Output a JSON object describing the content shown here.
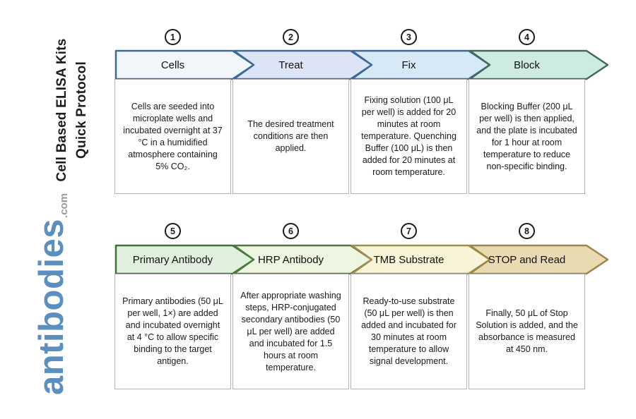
{
  "sidebar": {
    "title_line1": "Cell Based ELISA Kits",
    "title_line2": "Quick Protocol",
    "logo_text": "antibodies",
    "logo_suffix": ".com",
    "logo_color": "#5a8fc0",
    "logo_suffix_color": "#9a9a9a"
  },
  "steps": [
    {
      "number": "1",
      "label": "Cells",
      "description": "Cells are seeded into microplate wells and incubated overnight at 37 °C in a humidified atmosphere containing 5% CO₂.",
      "arrow_fill": "#f1f6fb",
      "arrow_border": "#3d6899"
    },
    {
      "number": "2",
      "label": "Treat",
      "description": "The desired treatment conditions are then applied.",
      "arrow_fill": "#dee4f7",
      "arrow_border": "#3d6899"
    },
    {
      "number": "3",
      "label": "Fix",
      "description": "Fixing solution (100 μL per well) is added for 20 minutes at room temperature. Quenching Buffer (100 μL) is then added for 20 minutes at room temperature.",
      "arrow_fill": "#d7e8f6",
      "arrow_border": "#3d6899"
    },
    {
      "number": "4",
      "label": "Block",
      "description": "Blocking Buffer (200 μL per well) is then applied, and the plate is incubated for 1 hour at room temperature to reduce non-specific binding.",
      "arrow_fill": "#cdecdf",
      "arrow_border": "#45685e"
    },
    {
      "number": "5",
      "label": "Primary Antibody",
      "description": "Primary antibodies (50 μL per well, 1×) are added and incubated overnight at 4 °C to allow specific binding to the target antigen.",
      "arrow_fill": "#e1f0de",
      "arrow_border": "#3d7539"
    },
    {
      "number": "6",
      "label": "HRP Antibody",
      "description": "After appropriate washing steps, HRP-conjugated secondary antibodies (50 μL per well) are added and incubated for 1.5 hours at room temperature.",
      "arrow_fill": "#eef5e0",
      "arrow_border": "#4e7a3d"
    },
    {
      "number": "7",
      "label": "TMB Substrate",
      "description": "Ready-to-use substrate (50 μL per well) is then added and incubated for 30 minutes at room temperature to allow signal development.",
      "arrow_fill": "#f8f4d8",
      "arrow_border": "#a18e4a"
    },
    {
      "number": "8",
      "label": "STOP and Read",
      "description": "Finally, 50 μL of Stop Solution is added, and the absorbance is measured at 450 nm.",
      "arrow_fill": "#eadab2",
      "arrow_border": "#9e8648"
    }
  ]
}
